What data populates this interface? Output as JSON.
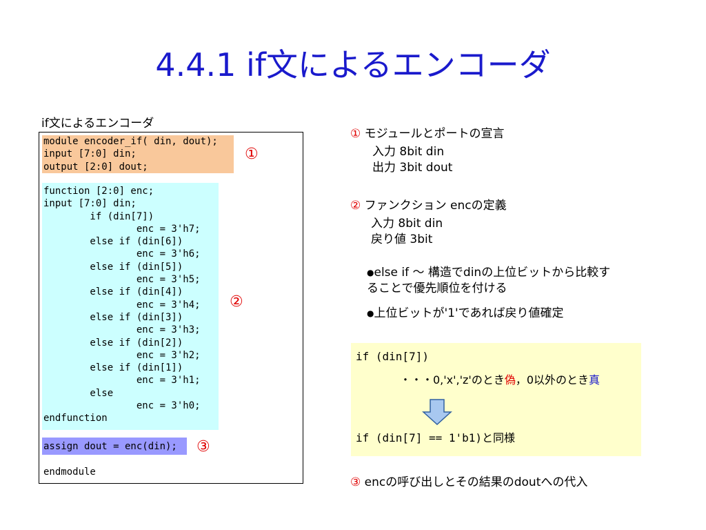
{
  "title": "4.4.1 if文によるエンコーダ",
  "code_caption": "if文によるエンコーダ",
  "code": {
    "port_lines": "module encoder_if( din, dout);\ninput [7:0] din;\noutput [2:0] dout;",
    "function_lines": "function [2:0] enc;\ninput [7:0] din;\n        if (din[7])\n                enc = 3'h7;\n        else if (din[6])\n                enc = 3'h6;\n        else if (din[5])\n                enc = 3'h5;\n        else if (din[4])\n                enc = 3'h4;\n        else if (din[3])\n                enc = 3'h3;\n        else if (din[2])\n                enc = 3'h2;\n        else if (din[1])\n                enc = 3'h1;\n        else\n                enc = 3'h0;\nendfunction",
    "assign_line": "assign dout = enc(din);",
    "end_line": "endmodule"
  },
  "markers": {
    "one": "①",
    "two": "②",
    "three": "③"
  },
  "notes": {
    "n1": {
      "num": "①",
      "head": " モジュールとポートの宣言",
      "line1": "入力  8bit din",
      "line2": "出力  3bit dout"
    },
    "n2": {
      "num": "②",
      "head": " ファンクション encの定義",
      "line1": "入力  8bit din",
      "line2": "戻り値  3bit"
    },
    "bullet1_a": "else if 〜 構造でdinの上位ビットから比較す",
    "bullet1_b": "ることで優先順位を付ける",
    "bullet2": "上位ビットが'1'であれば戻り値確定",
    "n3": {
      "num": "③",
      "text": " encの呼び出しとその結果のdoutへの代入"
    }
  },
  "ifbox": {
    "line1": "if (din[7])",
    "line2_pre": "・・・0,'x','z'のとき",
    "line2_false": "偽",
    "line2_mid": "，0以外のとき",
    "line2_true": "真",
    "line3": "if (din[7] == 1'b1)と同様"
  }
}
